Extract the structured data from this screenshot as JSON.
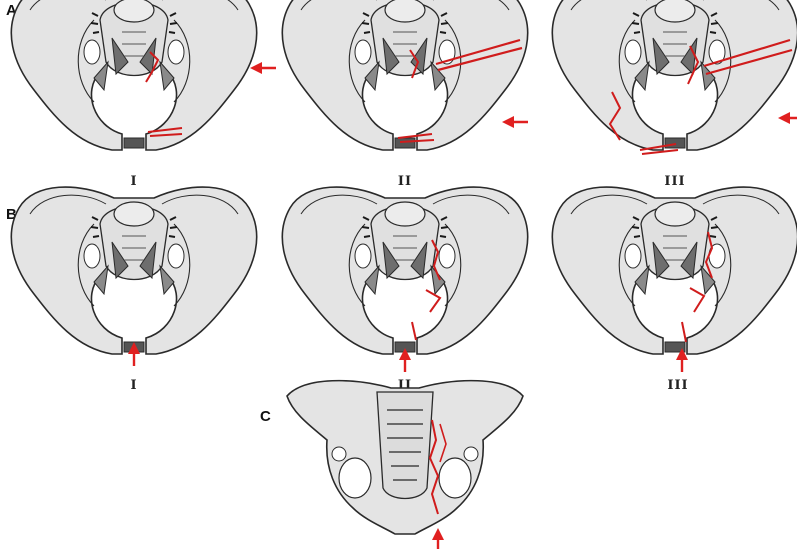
{
  "row_labels": {
    "a": "A",
    "b": "B",
    "c": "C"
  },
  "row_a": {
    "numerals": [
      "I",
      "II",
      "III"
    ]
  },
  "row_b": {
    "numerals": [
      "I",
      "II",
      "III"
    ]
  },
  "colors": {
    "bone": "#e4e4e4",
    "outline": "#2a2a2a",
    "fracture": "#d01c1c",
    "arrow": "#e02020"
  },
  "icons": {
    "force": "force-arrow-icon"
  }
}
